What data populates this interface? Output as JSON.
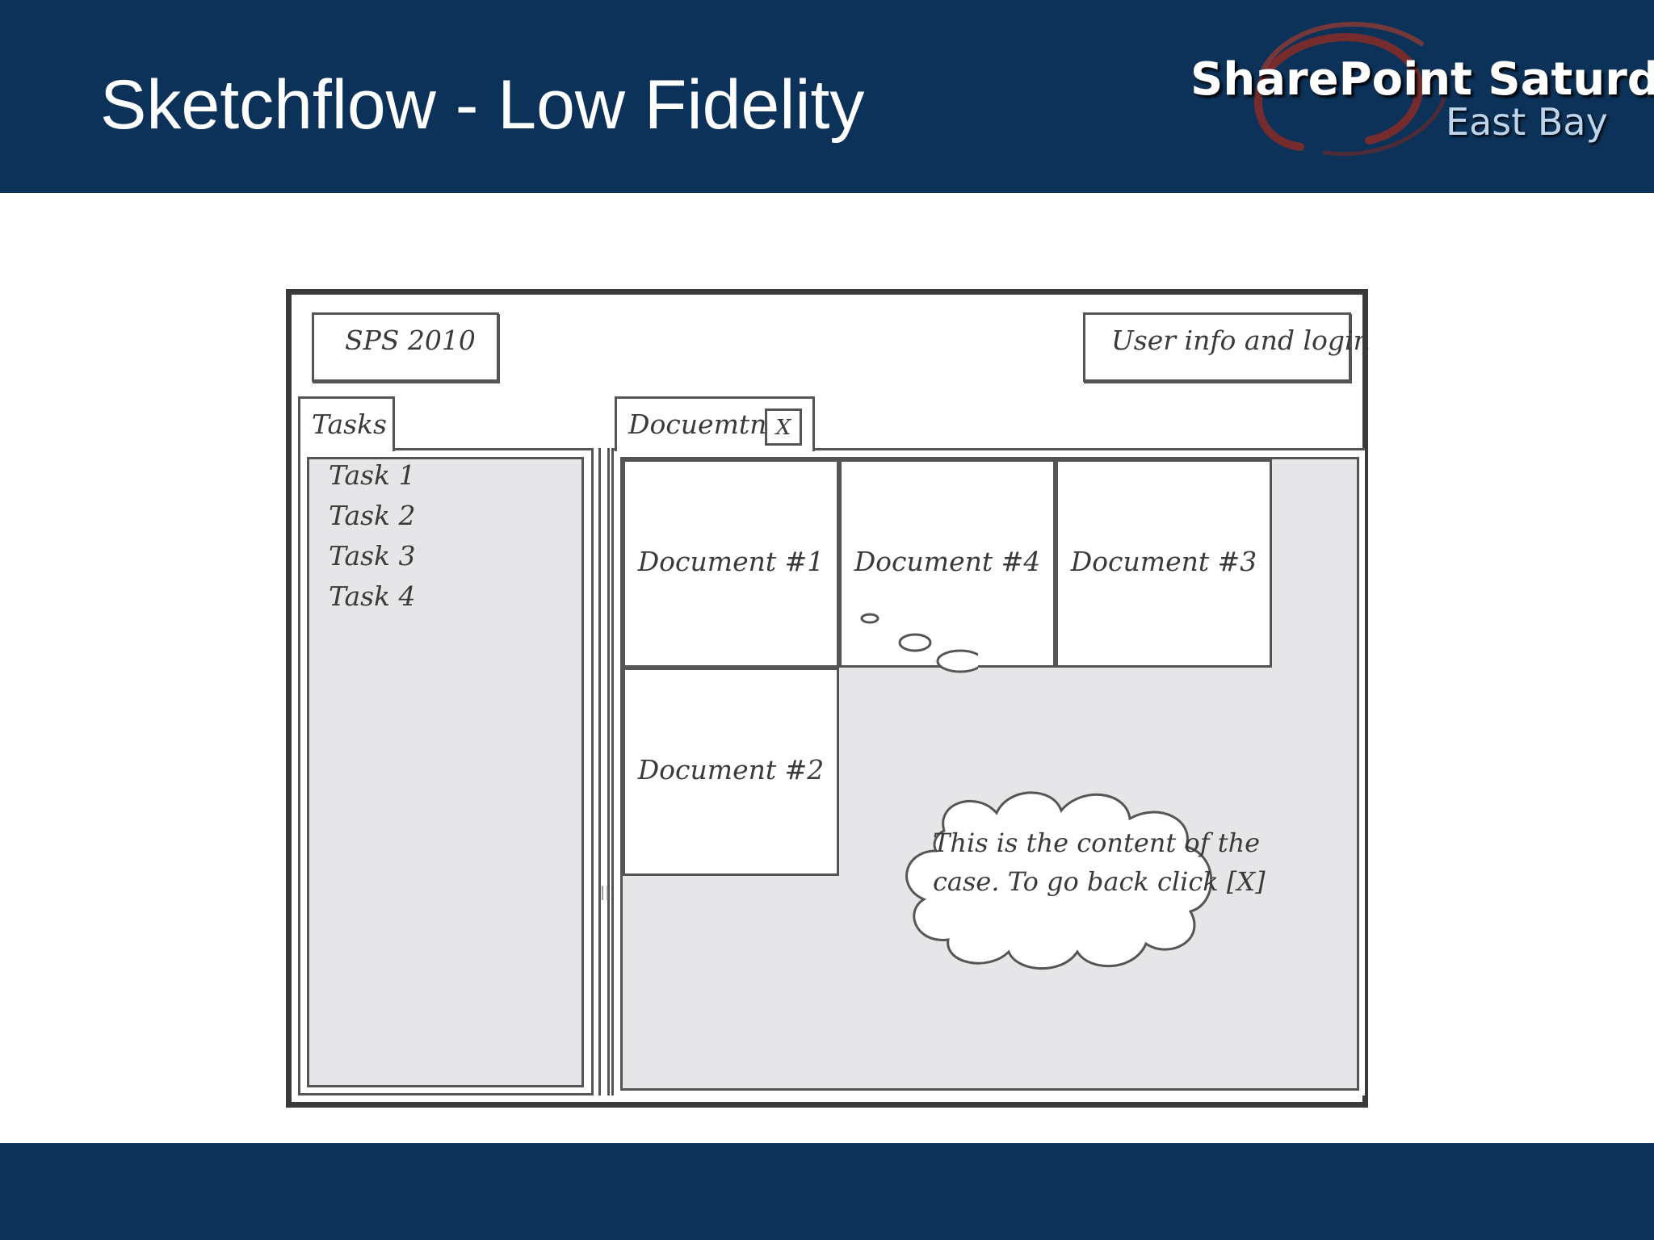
{
  "slide": {
    "title": "Sketchflow - Low Fidelity",
    "logo": {
      "line1": "SharePoint Saturday",
      "line2": "East Bay"
    }
  },
  "colors": {
    "banner": "#0d3259",
    "sketch_fill": "#e6e5e8",
    "sketch_stroke": "#555555"
  },
  "mockup": {
    "brand": "SPS 2010",
    "user_area": "User info and login",
    "tasks_tab": {
      "label": "Tasks"
    },
    "tasks": [
      "Task 1",
      "Task 2",
      "Task 3",
      "Task 4"
    ],
    "documents_tab": {
      "label": "Docuemtns",
      "close_label": "X"
    },
    "documents": [
      "Document #1",
      "Document #4",
      "Document #3",
      "Document #2"
    ],
    "callout": {
      "line1": "This is the content of the",
      "line2": "case. To go back click [X]"
    }
  }
}
